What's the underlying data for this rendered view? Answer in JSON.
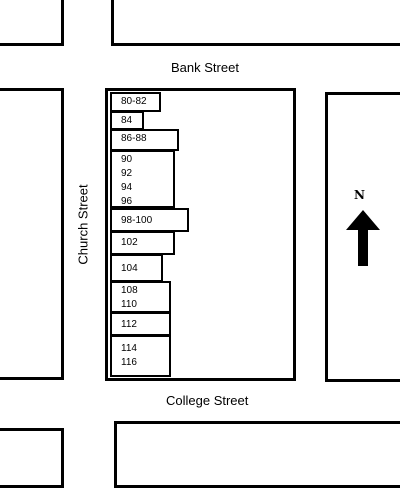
{
  "streets": {
    "north": "Bank Street",
    "south": "College Street",
    "west": "Church Street"
  },
  "lots": [
    {
      "id": "lot-80-82",
      "lines": [
        "80-82"
      ]
    },
    {
      "id": "lot-84",
      "lines": [
        "84"
      ]
    },
    {
      "id": "lot-86-88",
      "lines": [
        "86-88"
      ]
    },
    {
      "id": "lot-90-96",
      "lines": [
        "90",
        "92",
        "94",
        "96"
      ]
    },
    {
      "id": "lot-98-100",
      "lines": [
        "98-100"
      ]
    },
    {
      "id": "lot-102",
      "lines": [
        "102"
      ]
    },
    {
      "id": "lot-104",
      "lines": [
        "104"
      ]
    },
    {
      "id": "lot-108-110",
      "lines": [
        "108",
        "110"
      ]
    },
    {
      "id": "lot-112",
      "lines": [
        "112"
      ]
    },
    {
      "id": "lot-114-116",
      "lines": [
        "114",
        "116"
      ]
    }
  ],
  "compass": {
    "letter": "N",
    "icon": "north-arrow-icon"
  },
  "colors": {
    "ink": "#000000",
    "paper": "#ffffff"
  }
}
